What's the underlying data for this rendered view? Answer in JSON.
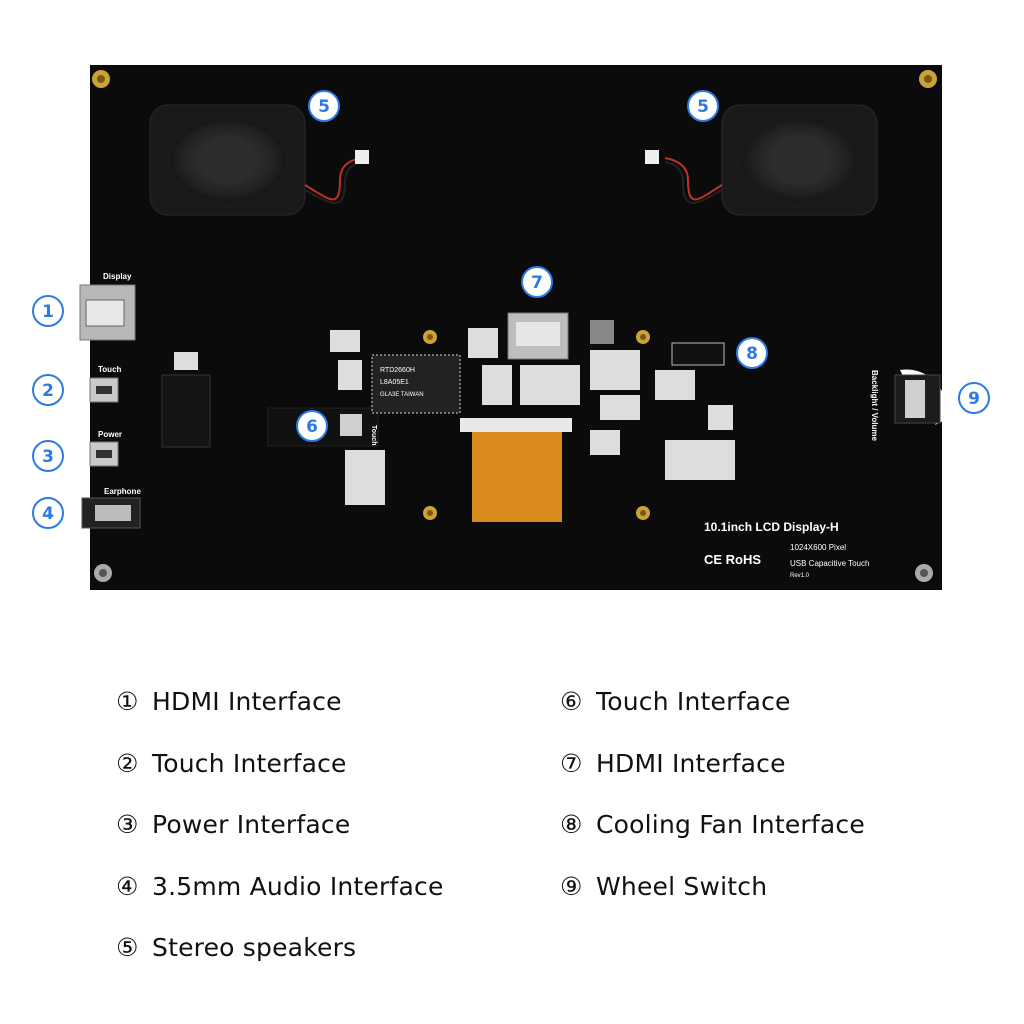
{
  "board": {
    "title": "10.1inch LCD Display-H",
    "cert": "CE RoHS",
    "spec_line1": "1024X600 Pixel",
    "spec_line2": "USB Capacitive Touch",
    "rev": "Rev1.0",
    "silk_display": "Display",
    "silk_touch": "Touch",
    "silk_power": "Power",
    "silk_earphone": "Earphone",
    "silk_touch_inner": "Touch",
    "silk_backlight": "Backlight / Volume",
    "chip_top": "RTD2660H",
    "chip_mid": "L8A05E1",
    "chip_bottom": "GLA3E TAIWAN"
  },
  "callouts": [
    "1",
    "2",
    "3",
    "4",
    "5",
    "5",
    "6",
    "7",
    "8",
    "9"
  ],
  "legend": {
    "left": [
      {
        "mark": "①",
        "label": "HDMI Interface"
      },
      {
        "mark": "②",
        "label": "Touch Interface"
      },
      {
        "mark": "③",
        "label": "Power Interface"
      },
      {
        "mark": "④",
        "label": "3.5mm Audio Interface"
      },
      {
        "mark": "⑤",
        "label": "Stereo speakers"
      }
    ],
    "right": [
      {
        "mark": "⑥",
        "label": "Touch Interface"
      },
      {
        "mark": "⑦",
        "label": "HDMI Interface"
      },
      {
        "mark": "⑧",
        "label": "Cooling Fan Interface"
      },
      {
        "mark": "⑨",
        "label": "Wheel Switch"
      }
    ]
  },
  "colors": {
    "accent": "#2c7be5",
    "board": "#0b0b0b",
    "fpc": "#d98a1c"
  }
}
